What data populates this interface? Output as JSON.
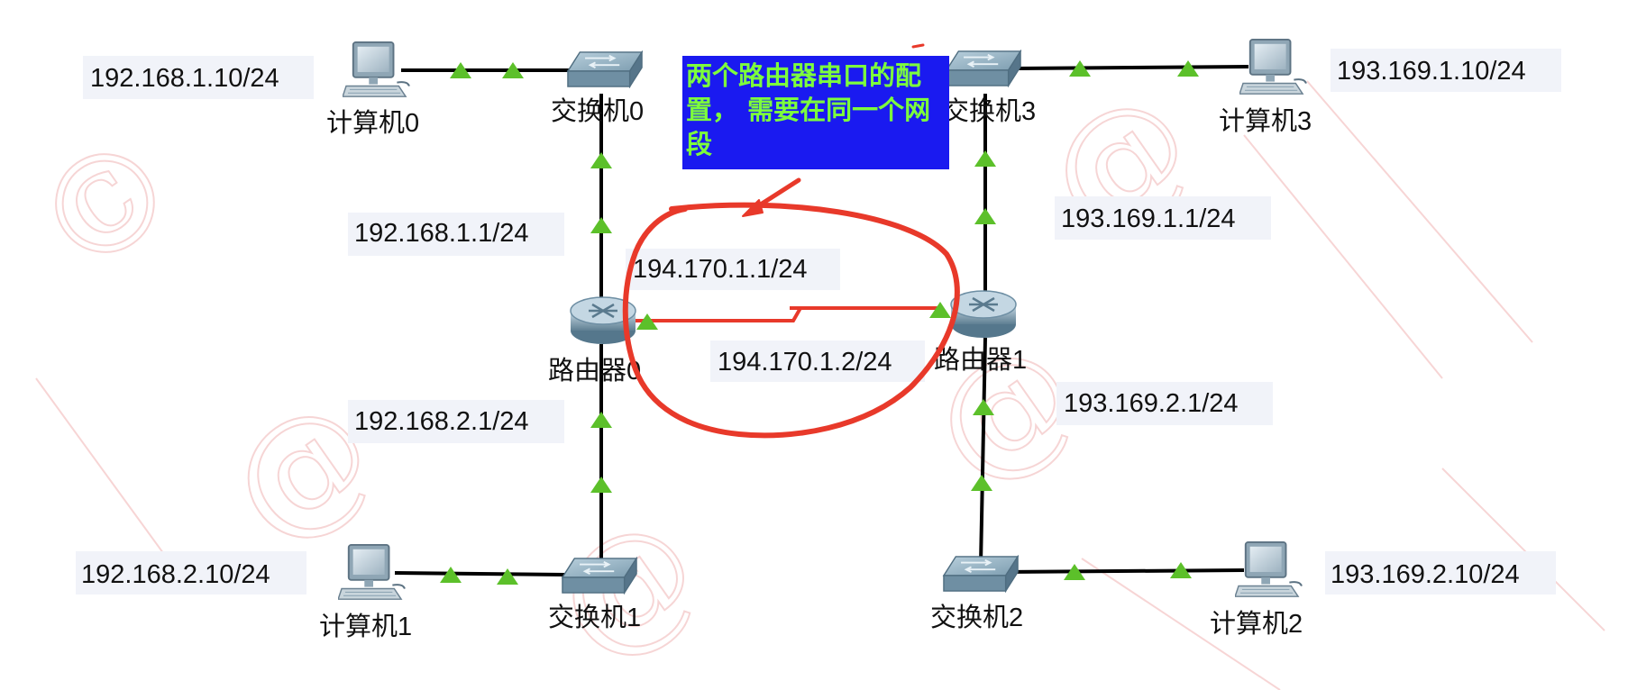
{
  "annotation": {
    "text": "两个路由器串口的配置， 需要在同一个网段",
    "box_color": "#1a1af0",
    "text_color": "#7dff3c",
    "highlight_color": "#e8392a"
  },
  "devices": {
    "pc0": "计算机0",
    "pc1": "计算机1",
    "pc2": "计算机2",
    "pc3": "计算机3",
    "sw0": "交换机0",
    "sw1": "交换机1",
    "sw2": "交换机2",
    "sw3": "交换机3",
    "r0": "路由器0",
    "r1": "路由器1"
  },
  "ips": {
    "pc0": "192.168.1.10/24",
    "pc1": "192.168.2.10/24",
    "pc2": "193.169.2.10/24",
    "pc3": "193.169.1.10/24",
    "r0_lan1": "192.168.1.1/24",
    "r0_lan2": "192.168.2.1/24",
    "r0_serial": "194.170.1.1/24",
    "r1_serial": "194.170.1.2/24",
    "r1_lan1": "193.169.1.1/24",
    "r1_lan2": "193.169.2.1/24"
  },
  "colors": {
    "link": "#000000",
    "link_up_marker": "#5cc02a",
    "serial_link": "#e8392a",
    "watermark": "#f0b3b3"
  }
}
